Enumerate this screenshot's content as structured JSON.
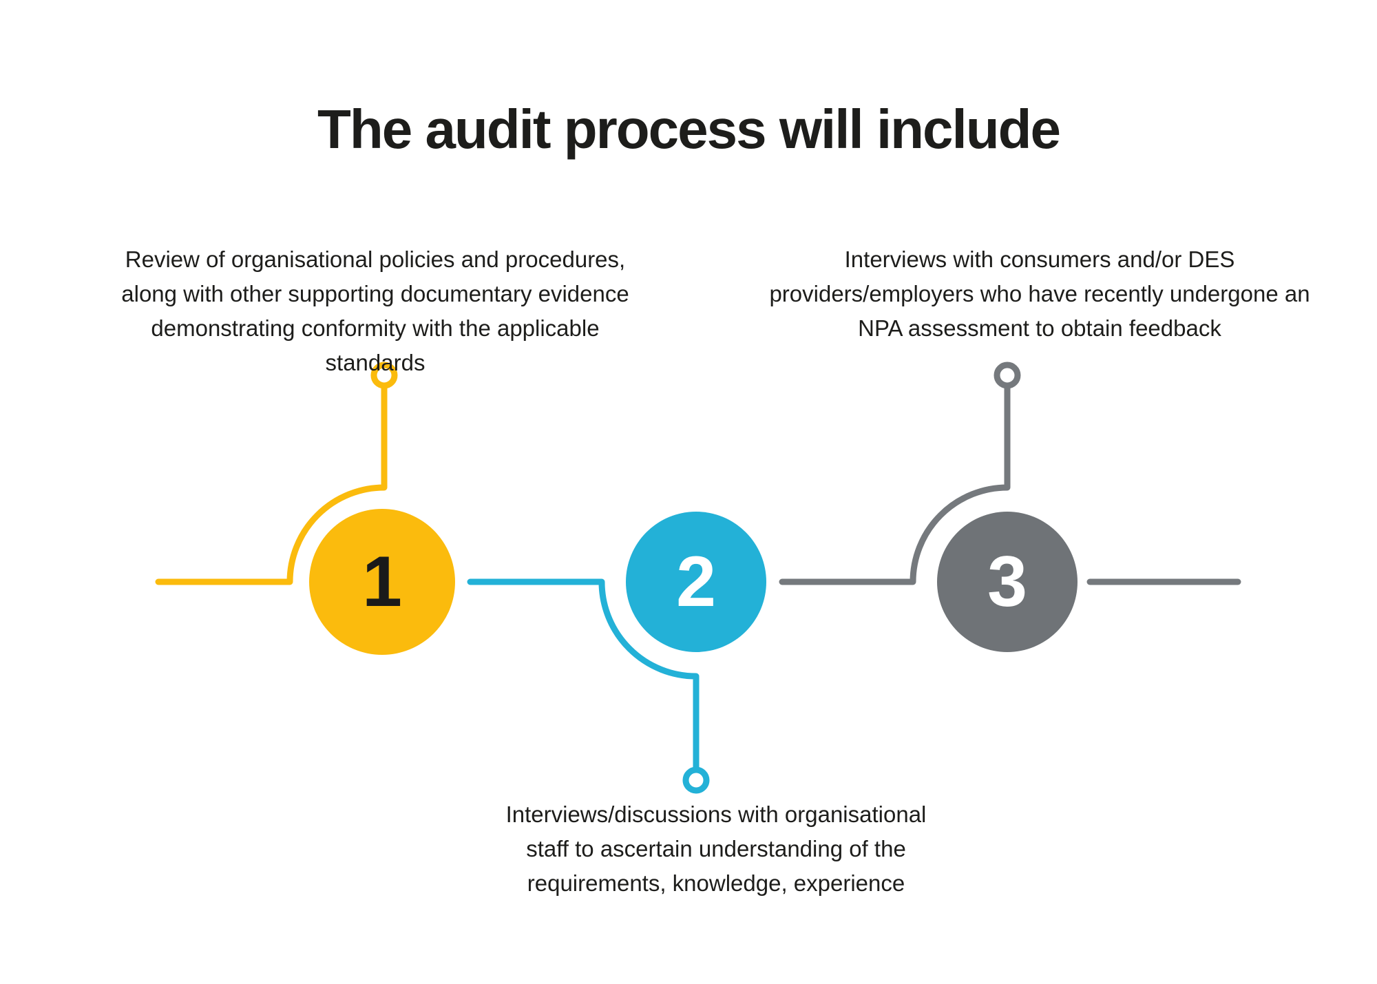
{
  "title": "The audit process will include",
  "steps": [
    {
      "number": "1",
      "description": "Review of organisational policies and procedures, along with other supporting documentary evidence demonstrating conformity with the applicable standards",
      "color": "#FBBB0D",
      "number_color": "#1A1A1A",
      "callout_position": "top"
    },
    {
      "number": "2",
      "description": "Interviews/discussions with organisational staff to ascertain understanding of the requirements, knowledge, experience",
      "color": "#23B1D7",
      "number_color": "#FFFFFF",
      "callout_position": "bottom"
    },
    {
      "number": "3",
      "description": "Interviews with consumers and/or DES providers/employers who have recently undergone an NPA assessment to obtain feedback",
      "color": "#6F7377",
      "number_color": "#FFFFFF",
      "callout_position": "top"
    }
  ],
  "colors": {
    "background": "#FFFFFF",
    "text": "#1D1D1B",
    "gray_line": "#75797D"
  }
}
